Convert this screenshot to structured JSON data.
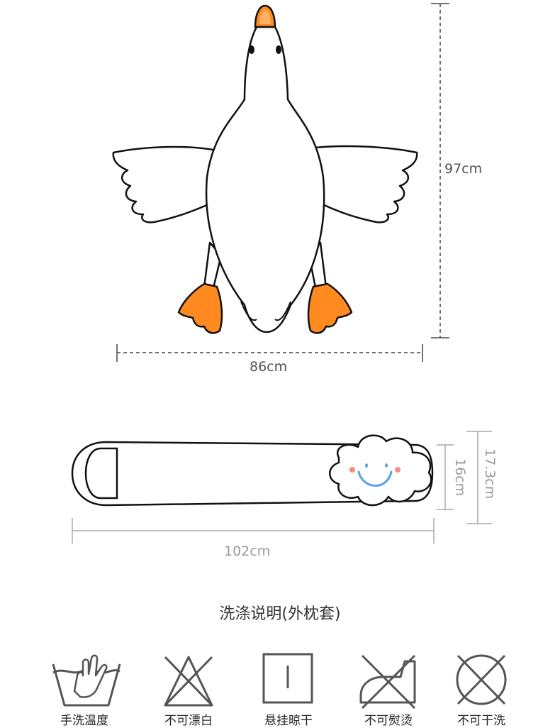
{
  "goose_dimensions": {
    "height_label": "97cm",
    "width_label": "86cm"
  },
  "pillow_dimensions": {
    "length_label": "102cm",
    "inner_height_label": "16cm",
    "outer_height_label": "17.3cm"
  },
  "care": {
    "title": "洗涤说明(外枕套)",
    "items": [
      {
        "icon": "hand-wash-icon",
        "label": "手洗温度"
      },
      {
        "icon": "no-bleach-icon",
        "label": "不可漂白"
      },
      {
        "icon": "hang-dry-icon",
        "label": "悬挂晾干"
      },
      {
        "icon": "no-iron-icon",
        "label": "不可熨烫"
      },
      {
        "icon": "no-dry-clean-icon",
        "label": "不可干洗"
      }
    ]
  },
  "colors": {
    "outline": "#111111",
    "orange": "#FF8A1F",
    "dim_line": "#444444",
    "light_dim": "#aaaaaa",
    "smile_blue": "#5aa0e6",
    "blush": "#ff8a80",
    "icon_gray": "#555555"
  }
}
